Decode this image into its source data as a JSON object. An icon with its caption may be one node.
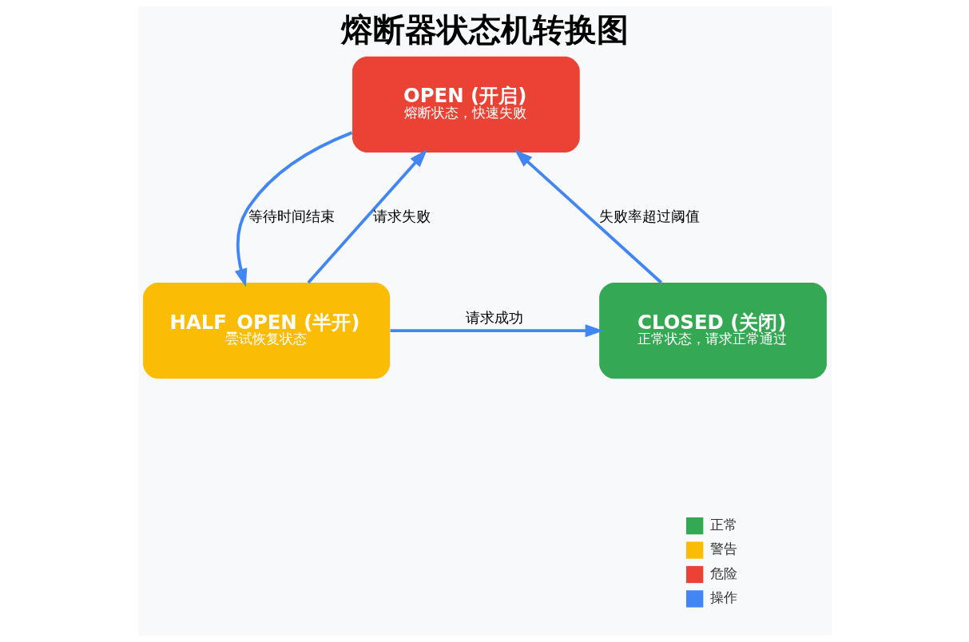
{
  "diagram": {
    "title": "熔断器状态机转换图",
    "nodes": [
      {
        "text": [
          "OPEN (开启)",
          "熔断状态，快速失败"
        ]
      },
      {
        "text": [
          "CLOSED (关闭)",
          "正常状态，请求正常通过"
        ]
      },
      {
        "text": [
          "HALF_OPEN (半开)",
          "尝试恢复状态"
        ]
      }
    ],
    "edges": [
      {
        "from": 1,
        "to": 0,
        "arrow": "to",
        "label": "失败率超过阈值"
      },
      {
        "from": 0,
        "to": 2,
        "arrow": "to",
        "label": "等待时间结束"
      },
      {
        "from": 2,
        "to": 1,
        "arrow": "to",
        "label": "请求成功"
      },
      {
        "from": 2,
        "to": 0,
        "arrow": "to",
        "label": "请求失败"
      }
    ],
    "legend": [
      {
        "text": "正常",
        "color": "#34a853"
      },
      {
        "text": "警告",
        "color": "#fbbc05"
      },
      {
        "text": "危险",
        "color": "#ea4335"
      },
      {
        "text": "操作",
        "color": "#4285f4"
      }
    ]
  }
}
